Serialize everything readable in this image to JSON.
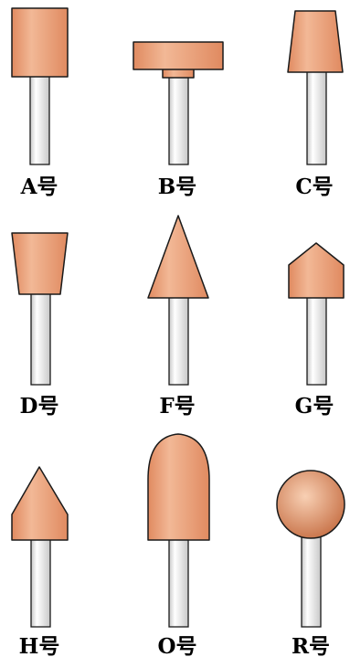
{
  "colors": {
    "stone_light": "#f2b896",
    "stone_dark": "#e08a60",
    "sphere_light": "#f8d0b4",
    "sphere_dark": "#c9744a",
    "shank_light": "#ffffff",
    "shank_dark": "#c8c8c8",
    "outline": "#1a1a1a",
    "label": "#000000"
  },
  "tools": [
    {
      "id": "A",
      "label": "A号"
    },
    {
      "id": "B",
      "label": "B号"
    },
    {
      "id": "C",
      "label": "C号"
    },
    {
      "id": "D",
      "label": "D号"
    },
    {
      "id": "F",
      "label": "F号"
    },
    {
      "id": "G",
      "label": "G号"
    },
    {
      "id": "H",
      "label": "H号"
    },
    {
      "id": "O",
      "label": "O号"
    },
    {
      "id": "R",
      "label": "R号"
    }
  ]
}
